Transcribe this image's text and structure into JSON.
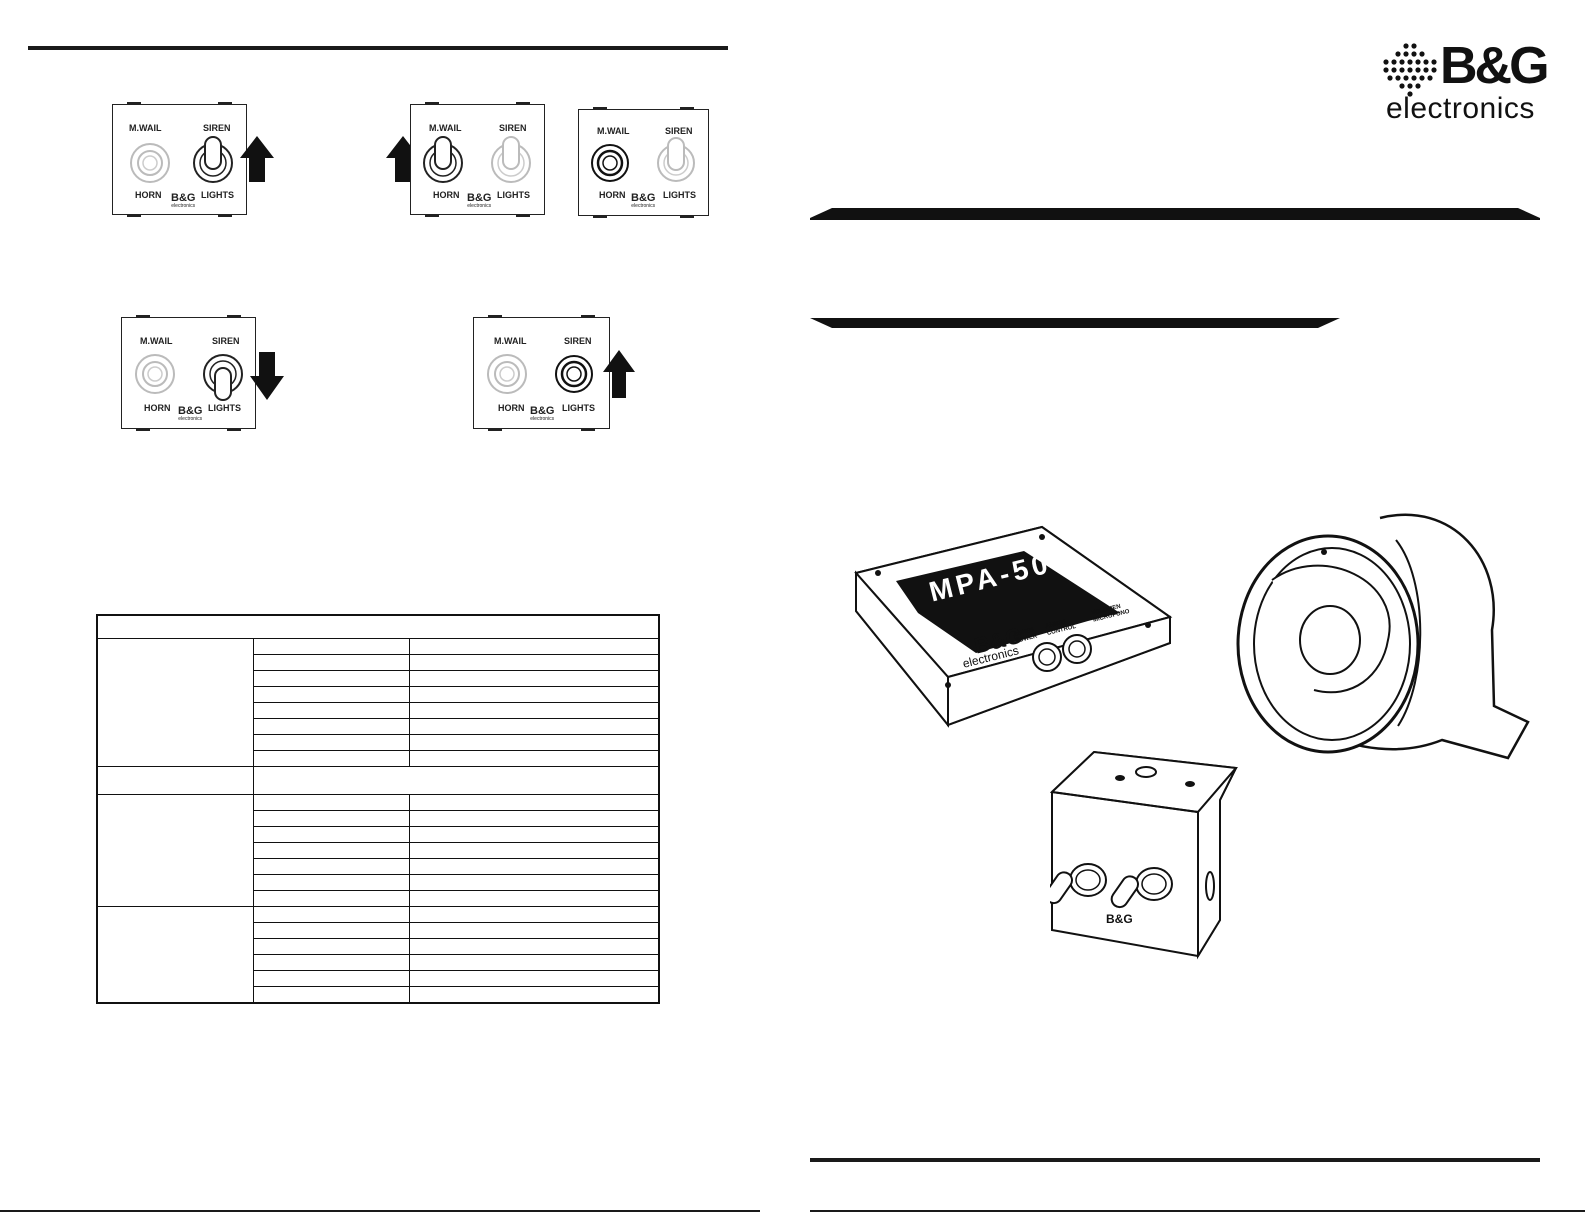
{
  "brand": {
    "name": "B&G",
    "subtitle": "electronics"
  },
  "switch_panel": {
    "labels": {
      "top_left": "M.WAIL",
      "top_right": "SIREN",
      "bottom_left": "HORN",
      "bottom_right": "LIGHTS"
    },
    "mini_logo": {
      "name": "B&G",
      "subtitle": "electronics"
    }
  },
  "amplifier": {
    "model": "MPA-50",
    "label_left": "ANNES POWER",
    "label_right": "ANNES CONTROL",
    "label_far": "VOLUMEN MICROFONO"
  },
  "control_box": {
    "mini_logo": "B&G"
  }
}
